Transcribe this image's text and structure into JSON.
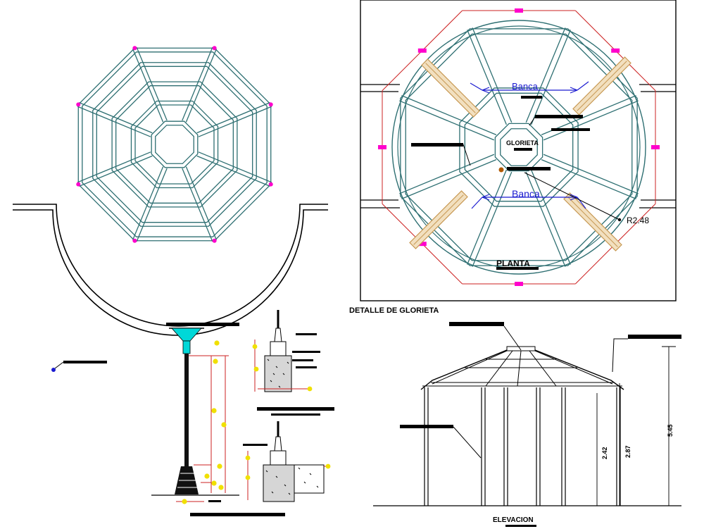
{
  "labels": {
    "banca_top": "Banca",
    "banca_bottom": "Banca",
    "glorieta": "GLORIETA",
    "radius": "R2.48",
    "planta": "PLANTA",
    "detalle": "DETALLE DE GLORIETA",
    "elevacion": "ELEVACION",
    "dim_a": "2.42",
    "dim_b": "2.87",
    "dim_c": "5.45"
  },
  "colors": {
    "steel": "#2e6f72",
    "outline": "#000000",
    "dim_red": "#cc2222",
    "magenta": "#ff00cc",
    "yellow": "#f0e000",
    "cyan": "#00d8d8",
    "bench": "#c89a55",
    "blue": "#1a1ad0"
  }
}
